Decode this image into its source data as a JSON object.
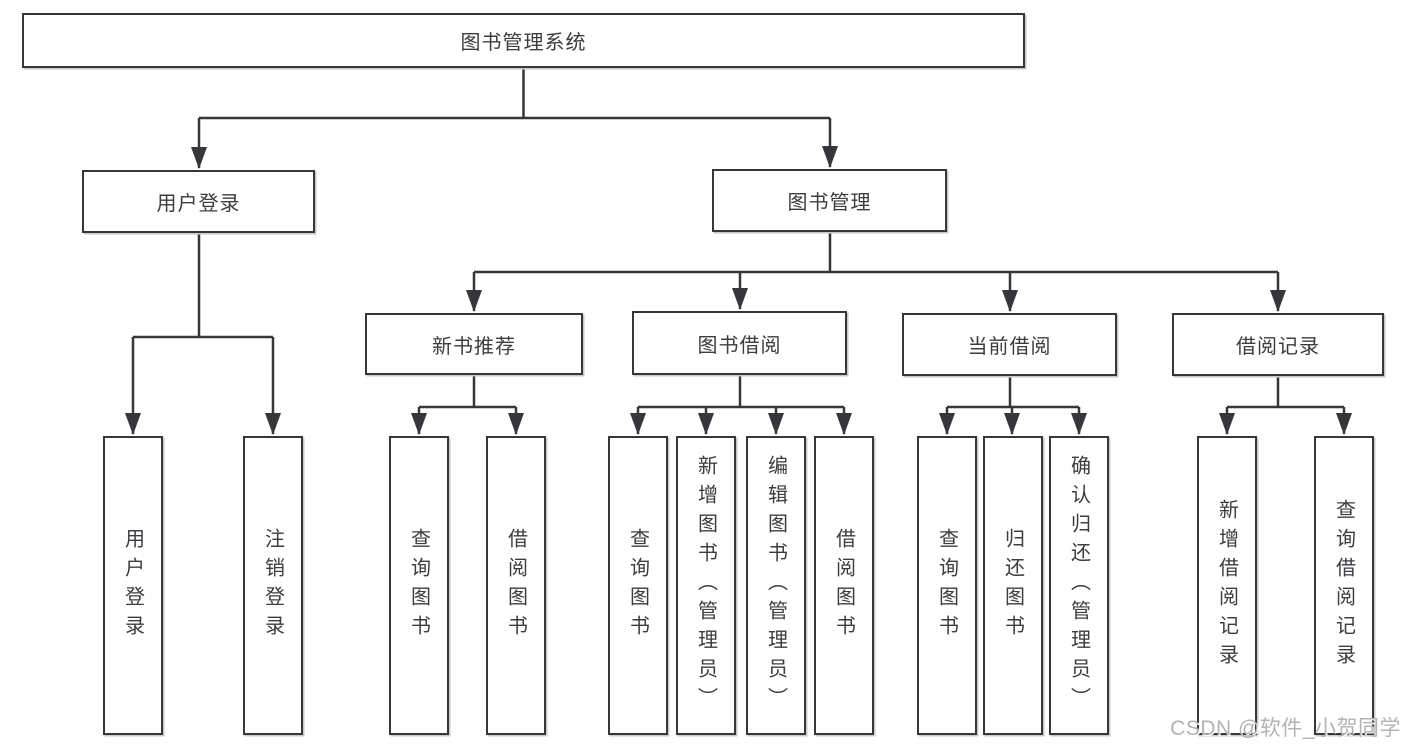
{
  "tree": {
    "root": {
      "label": "图书管理系统"
    },
    "branches": [
      {
        "label": "用户登录",
        "children": [
          {
            "label": "用户登录"
          },
          {
            "label": "注销登录"
          }
        ]
      },
      {
        "label": "图书管理",
        "children": [
          {
            "label": "新书推荐",
            "children": [
              {
                "label": "查询图书"
              },
              {
                "label": "借阅图书"
              }
            ]
          },
          {
            "label": "图书借阅",
            "children": [
              {
                "label": "查询图书"
              },
              {
                "label": "新增图书（管理员）"
              },
              {
                "label": "编辑图书（管理员）"
              },
              {
                "label": "借阅图书"
              }
            ]
          },
          {
            "label": "当前借阅",
            "children": [
              {
                "label": "查询图书"
              },
              {
                "label": "归还图书"
              },
              {
                "label": "确认归还（管理员）"
              }
            ]
          },
          {
            "label": "借阅记录",
            "children": [
              {
                "label": "新增借阅记录"
              },
              {
                "label": "查询借阅记录"
              }
            ]
          }
        ]
      }
    ]
  },
  "watermark": "CSDN @软件_小贺同学",
  "colors": {
    "line": "#36363b",
    "text": "#3c3c41",
    "watermark": "#b3b3b5",
    "background": "#ffffff"
  }
}
